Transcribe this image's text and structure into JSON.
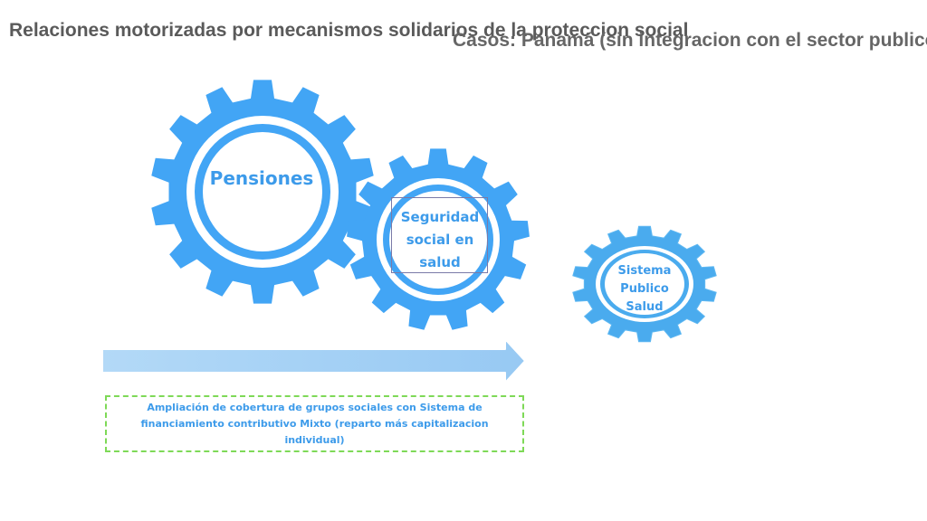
{
  "titles": {
    "left": "Relaciones motorizadas por mecanismos solidarios de la proteccion social",
    "right": "Casos: Panamá (sin integracion con el sector publico)"
  },
  "gears": {
    "pensiones": "Pensiones",
    "seguridad_social": [
      "Seguridad",
      "social en",
      "salud"
    ],
    "sistema_publico": [
      "Sistema",
      "Publico",
      "Salud"
    ]
  },
  "caption": "Ampliación de cobertura de grupos sociales con Sistema de financiamiento contributivo Mixto (reparto más capitalizacion individual)",
  "colors": {
    "gear_blue": "#42a5f5",
    "gear_light": "#4aabee",
    "arrow_start": "#b3d9f7",
    "arrow_end": "#97c9f3",
    "dashed_border": "#7ed957",
    "text_blue": "#3d9bea"
  },
  "icons": [
    "gear-icon",
    "gear-icon",
    "gear-icon",
    "arrow-right-icon"
  ]
}
